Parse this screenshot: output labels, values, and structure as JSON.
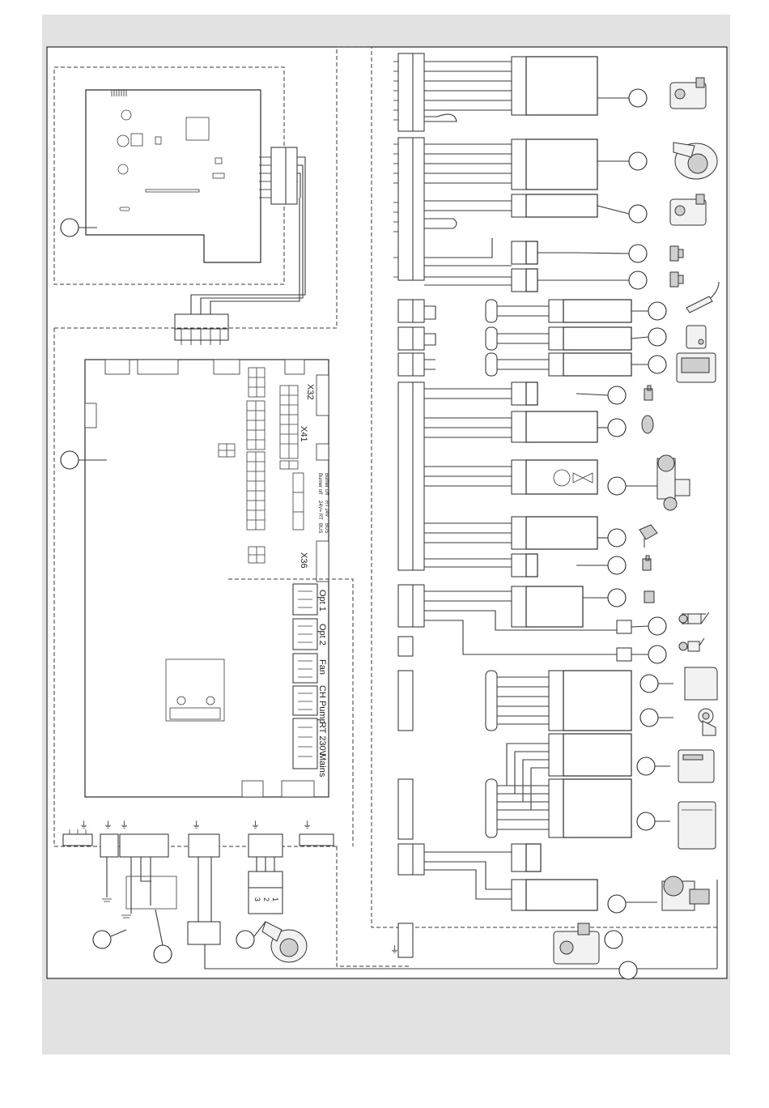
{
  "colors": {
    "page_background": "#e2e2e2",
    "diagram_background": "#ffffff",
    "line": "#2b2b2b"
  },
  "board_labels": {
    "x32": "X32",
    "x41": "X41",
    "x36": "X36",
    "burner_off": "Burner Off",
    "burner_off_short": "Burner off",
    "rt_24v": "RT 24V",
    "v24_rt": "24V= RT",
    "bus": "BUS",
    "bus_short": "BUS"
  },
  "connector_labels": {
    "opt1": "Opt 1",
    "opt2": "Opt 2",
    "fan": "Fan",
    "ch_pump": "CH Pump",
    "rt_230v": "RT 230V",
    "mains": "Mains"
  },
  "pin_numbers": [
    "3",
    "2",
    "1"
  ],
  "earth_symbol": "⏚",
  "icons": {
    "gas_valve": "gas-valve-icon",
    "fan": "fan-blower-icon",
    "sensor": "temperature-sensor-icon",
    "thermostat": "room-thermostat-icon",
    "controller": "programmer-icon",
    "diverter_valve": "three-way-valve-icon",
    "pressure_switch": "pressure-switch-icon",
    "flame_electrode": "ignition-electrode-icon",
    "pump": "pump-icon",
    "push_button": "push-button-icon"
  }
}
